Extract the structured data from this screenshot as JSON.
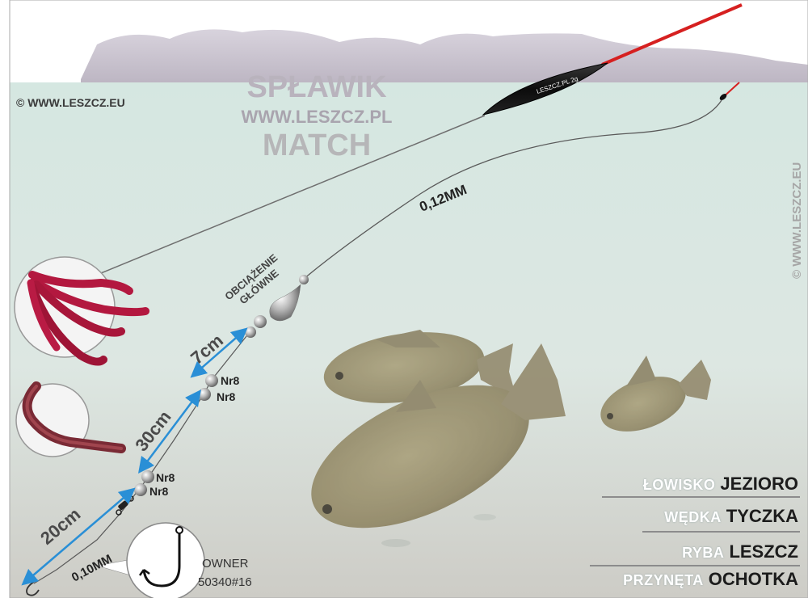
{
  "watermarks": {
    "top_left": "© WWW.LESZCZ.EU",
    "right_vertical": "© WWW.LESZCZ.EU"
  },
  "title": {
    "line1": "SPŁAWIK",
    "line2": "WWW.LESZCZ.PL",
    "line3": "MATCH"
  },
  "float_label": "LESZCZ.PL 2g",
  "rig": {
    "main_line": "0,12MM",
    "main_weight_line1": "OBCIĄŻENIE",
    "main_weight_line2": "GŁÓWNE",
    "distance_top": "7cm",
    "distance_mid": "30cm",
    "distance_bottom": "20cm",
    "shot_labels": [
      "Nr8",
      "Nr8",
      "Nr8",
      "Nr8"
    ],
    "hook_line": "0,10MM",
    "hook_brand": "OWNER",
    "hook_model": "50340#16"
  },
  "info": [
    {
      "label": "ŁOWISKO",
      "value": "JEZIORO"
    },
    {
      "label": "WĘDKA",
      "value": "TYCZKA"
    },
    {
      "label": "RYBA",
      "value": "LESZCZ"
    },
    {
      "label": "PRZYNĘTA",
      "value": "OCHOTKA"
    }
  ],
  "colors": {
    "sky": "#ffffff",
    "mountains": "#c9c4cf",
    "water_top": "#d7e8e2",
    "water_bottom": "#cfcfca",
    "float_body": "#111111",
    "float_antenna": "#d62020",
    "distance_arrow": "#2a8fd6",
    "bloodworm": "#b3183f"
  }
}
